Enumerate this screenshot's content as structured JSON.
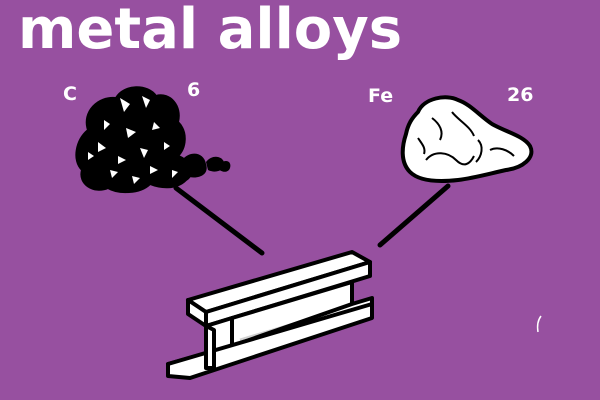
{
  "title": "metal alloys",
  "colors": {
    "background": "#9750a0",
    "text": "#ffffff",
    "carbon": "#000000",
    "iron": "#ffffff",
    "outline": "#000000",
    "beam_fill": "#ffffff",
    "beam_shade": "#d0d0d0"
  },
  "elements": [
    {
      "symbol": "C",
      "atomic_number": "6",
      "icon": "coal-lump-icon"
    },
    {
      "symbol": "Fe",
      "atomic_number": "26",
      "icon": "iron-ore-rock-icon"
    }
  ],
  "product": {
    "icon": "steel-i-beam-icon"
  }
}
